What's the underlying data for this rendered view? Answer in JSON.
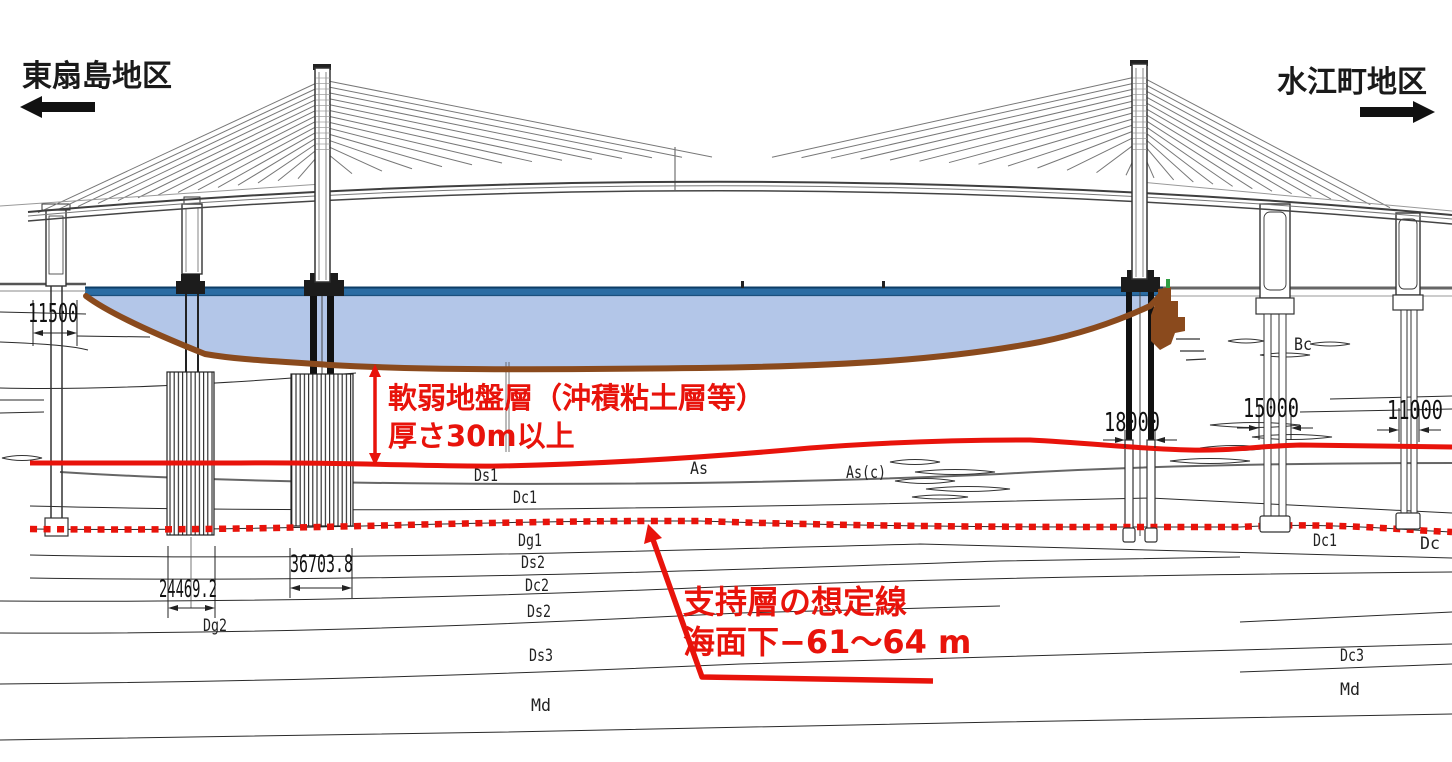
{
  "regions": {
    "left": {
      "label": "東扇島地区"
    },
    "right": {
      "label": "水江町地区"
    }
  },
  "annotations": {
    "soft_ground_layer": {
      "line1": "軟弱地盤層（沖積粘土層等）",
      "line2": "厚さ30m以上"
    },
    "bearing_layer": {
      "line1": "支持層の想定線",
      "line2": "海面下−61〜64 m"
    }
  },
  "dimensions": {
    "abutment_width": "11500",
    "pier2_pile": "24469.2",
    "tower1_pile": "36703.8",
    "tower2_pile": "18000",
    "pier3_pile": "15000",
    "pier4_pile": "11000"
  },
  "strata": {
    "ds1": "Ds1",
    "dc1": "Dc1",
    "as": "As",
    "as_c": "As(c)",
    "dg1": "Dg1",
    "ds2_upper": "Ds2",
    "dc2": "Dc2",
    "ds2_lower": "Ds2",
    "ds3": "Ds3",
    "md": "Md",
    "dg2": "Dg2",
    "bc": "Bc",
    "dc1_right": "Dc1",
    "dc_right": "Dc",
    "dc3": "Dc3",
    "md_right": "Md"
  },
  "colors": {
    "annotation_red": "#e8130b",
    "seabed_brown": "#8a4a1d",
    "sea_surface_blue": "#2b6ca3",
    "soft_ground_fill": "#b3c6e8",
    "revetment_green": "#2f9e44"
  }
}
